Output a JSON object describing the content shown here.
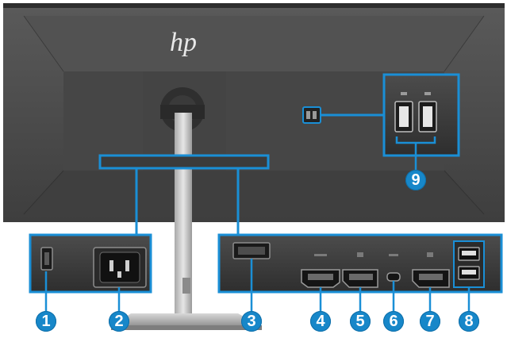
{
  "brand": {
    "logo": "hp"
  },
  "colors": {
    "accent": "#1a8fd6",
    "callout_fill": "#1787c9",
    "monitor_body": "#4a4a4a",
    "panel_dark": "#3a3a3a",
    "stand_silver": "#cfcfcf"
  },
  "icons": {
    "security_lock": "kensington-lock-icon",
    "power": "ac-power-inlet-icon",
    "usb_c": "usb-c-icon",
    "usb_a": "usb-a-icon",
    "hdmi": "hdmi-icon",
    "displayport": "displayport-icon"
  },
  "callouts": [
    {
      "number": "1",
      "label": ""
    },
    {
      "number": "2",
      "label": ""
    },
    {
      "number": "3",
      "label": ""
    },
    {
      "number": "4",
      "label": ""
    },
    {
      "number": "5",
      "label": ""
    },
    {
      "number": "6",
      "label": ""
    },
    {
      "number": "7",
      "label": ""
    },
    {
      "number": "8",
      "label": ""
    },
    {
      "number": "9",
      "label": ""
    }
  ]
}
